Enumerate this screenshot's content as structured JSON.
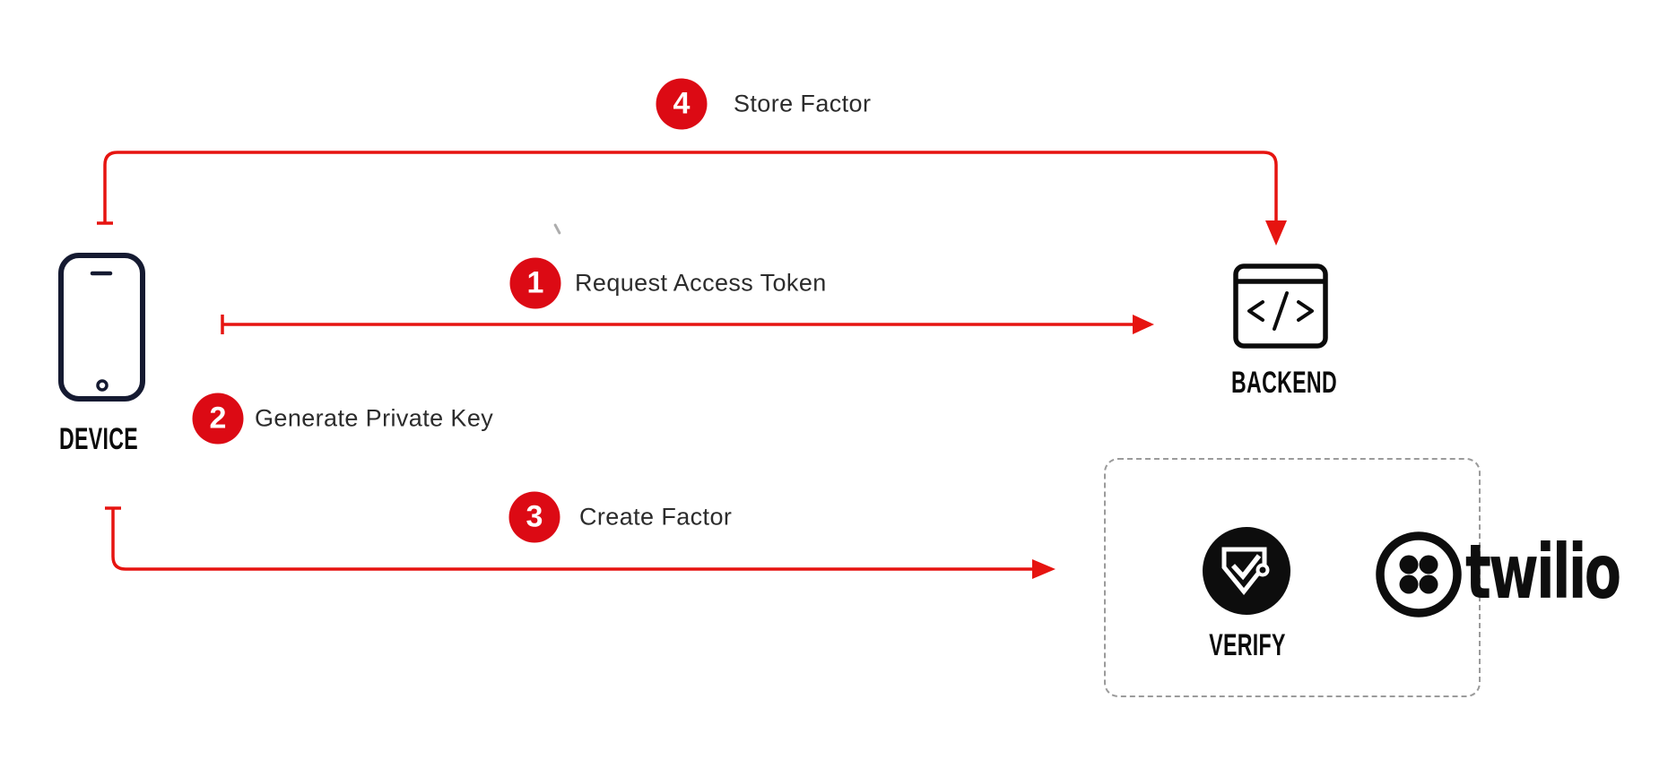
{
  "diagram_type": "sequence-flow",
  "nodes": {
    "device": {
      "label": "DEVICE",
      "icon": "smartphone-icon"
    },
    "backend": {
      "label": "BACKEND",
      "icon": "code-window-icon"
    },
    "verify": {
      "label": "VERIFY",
      "icon": "verify-shield-check-icon"
    },
    "twilio": {
      "wordmark": "twilio",
      "icon": "twilio-logo-icon"
    }
  },
  "steps": [
    {
      "number": "1",
      "label": "Request Access Token",
      "from": "device",
      "to": "backend"
    },
    {
      "number": "2",
      "label": "Generate Private Key",
      "from": "device",
      "to": "device"
    },
    {
      "number": "3",
      "label": "Create Factor",
      "from": "device",
      "to": "twilio-verify-box"
    },
    {
      "number": "4",
      "label": "Store Factor",
      "from": "device",
      "to": "backend"
    }
  ],
  "colors": {
    "step_badge_red": "#DC0A14",
    "arrow_red": "#E61410",
    "device_navy": "#151A31",
    "icon_black": "#0B0B0B",
    "label_text": "#2C2C2C",
    "dashed_box_border": "#9B9B9B",
    "background": "#FFFFFF"
  }
}
